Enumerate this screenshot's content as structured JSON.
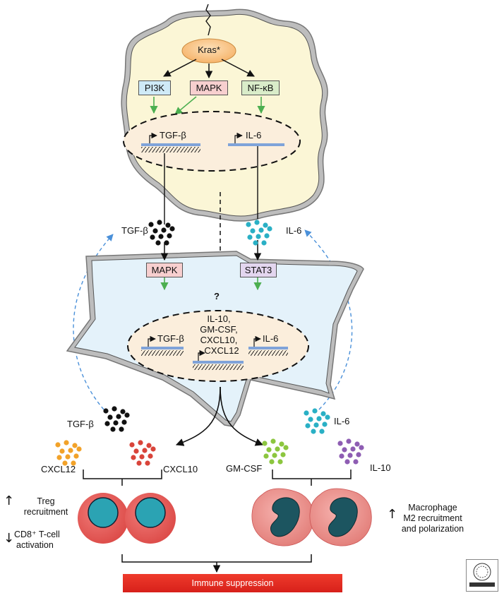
{
  "oncogene": "Kras*",
  "pathways_top": {
    "pi3k": {
      "label": "PI3K",
      "color": "#cfeaf7"
    },
    "mapk": {
      "label": "MAPK",
      "color": "#f7cfcf"
    },
    "nfkb": {
      "label": "NF-κB",
      "color": "#d9ecc9"
    }
  },
  "top_genes": {
    "tgfb": "TGF-β",
    "il6": "IL-6"
  },
  "secreted": {
    "tgfb": "TGF-β",
    "il6": "IL-6"
  },
  "question_mark": "?",
  "pathways_stroma": {
    "mapk": {
      "label": "MAPK",
      "color": "#f7cfcf"
    },
    "stat3": {
      "label": "STAT3",
      "color": "#e3d6ef"
    }
  },
  "stroma_genes": {
    "tgfb": "TGF-β",
    "il6": "IL-6",
    "cytokine_lines": [
      "IL-10,",
      "GM-CSF,",
      "CXCL10,",
      "CXCL12"
    ]
  },
  "lower_factors": {
    "tgfb": "TGF-β",
    "il6": "IL-6",
    "cxcl12": "CXCL12",
    "cxcl10": "CXCL10",
    "gmcsf": "GM-CSF",
    "il10": "IL-10"
  },
  "effects": {
    "treg": [
      "Treg",
      "recruitment"
    ],
    "cd8": [
      "CD8⁺ T-cell",
      "activation"
    ],
    "macrophage": [
      "Macrophage",
      "M2 recruitment",
      "and polarization"
    ]
  },
  "outcome": "Immune suppression",
  "colors": {
    "tumor_fill": "#fbf6d6",
    "stroma_fill": "#e4f2fa",
    "nucleus_fill": "#fbeedc",
    "gene_bar": "#7fa3d9",
    "green_arrow": "#4caf50",
    "dashed_blue": "#4a90d9",
    "tgfb_dot": "#111111",
    "il6_dot": "#2ab0c5",
    "cxcl12_dot": "#f2a229",
    "cxcl10_dot": "#d9443a",
    "gmcsf_dot": "#8cc63f",
    "il10_dot": "#8e5db3",
    "treg_cell": "#ea5a57",
    "treg_nucleus": "#2ba3b3",
    "mac_cell": "#ec8e8a",
    "mac_nucleus": "#1c5560",
    "outcome_bar": "#e1261c"
  }
}
